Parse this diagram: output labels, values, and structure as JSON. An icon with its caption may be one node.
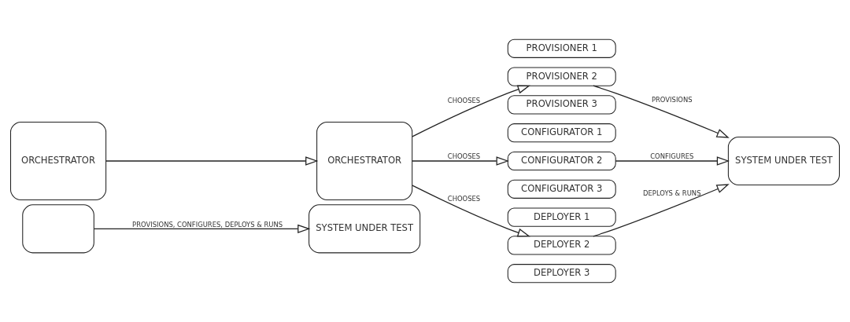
{
  "diagram": {
    "nodes": [
      {
        "text": [
          "SYSTEM UNDER TEST"
        ]
      },
      {
        "text": [],
        "shape": "box"
      },
      {
        "text": [
          "ORCHESTRATOR"
        ]
      },
      {
        "text": [
          "ORCHESTRATOR"
        ]
      },
      {
        "text": [
          "PROVISIONER 1"
        ]
      },
      {
        "text": [
          "PROVISIONER 2"
        ]
      },
      {
        "text": [
          "PROVISIONER 3"
        ]
      },
      {
        "text": [
          "CONFIGURATOR 1"
        ]
      },
      {
        "text": [
          "CONFIGURATOR 2"
        ]
      },
      {
        "text": [
          "CONFIGURATOR 3"
        ]
      },
      {
        "text": [
          "DEPLOYER 1"
        ]
      },
      {
        "text": [
          "DEPLOYER 2"
        ]
      },
      {
        "text": [
          "DEPLOYER 3"
        ]
      },
      {
        "text": [
          "SYSTEM UNDER TEST"
        ]
      }
    ],
    "edges": [
      {
        "from": 1,
        "to": 0,
        "arrow": "to",
        "label": "PROVISIONS, CONFIGURES, DEPLOYS & RUNS"
      },
      {
        "from": 2,
        "to": 3,
        "arrow": "to"
      },
      {
        "from": 3,
        "to": 5,
        "arrow": "to",
        "label": "CHOOSES"
      },
      {
        "from": 3,
        "to": 8,
        "arrow": "to",
        "label": "CHOOSES"
      },
      {
        "from": 3,
        "to": 11,
        "arrow": "to",
        "label": "CHOOSES"
      },
      {
        "from": 5,
        "to": 13,
        "arrow": "to",
        "label": "PROVISIONS"
      },
      {
        "from": 8,
        "to": 13,
        "arrow": "to",
        "label": "CONFIGURES"
      },
      {
        "from": 11,
        "to": 13,
        "arrow": "to",
        "label": "DEPLOYS & RUNS"
      }
    ]
  }
}
